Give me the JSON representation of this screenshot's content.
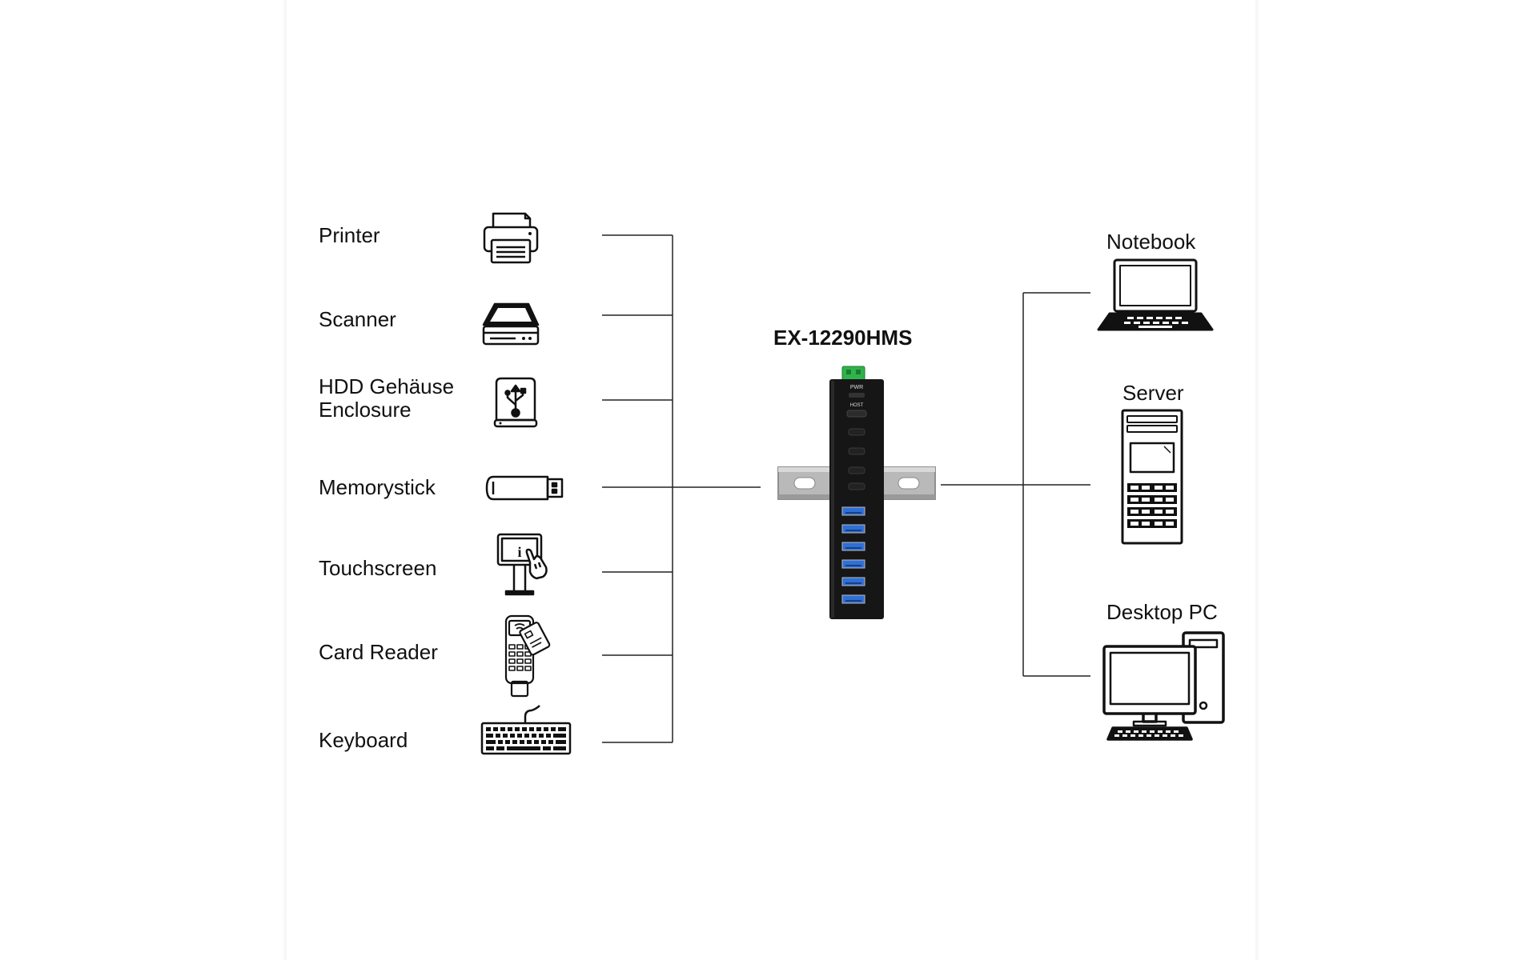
{
  "diagram": {
    "device_title": "EX-12290HMS",
    "hub_labels": {
      "pwr": "PWR",
      "host": "HOST"
    },
    "left_devices": [
      {
        "label": "Printer",
        "icon": "printer-icon"
      },
      {
        "label": "Scanner",
        "icon": "scanner-icon"
      },
      {
        "label_line1": "HDD Gehäuse",
        "label_line2": "Enclosure",
        "icon": "hdd-enclosure-icon"
      },
      {
        "label": "Memorystick",
        "icon": "usb-stick-icon"
      },
      {
        "label": "Touchscreen",
        "icon": "touchscreen-kiosk-icon"
      },
      {
        "label": "Card Reader",
        "icon": "card-reader-icon"
      },
      {
        "label": "Keyboard",
        "icon": "keyboard-icon"
      }
    ],
    "right_devices": [
      {
        "label": "Notebook",
        "icon": "notebook-icon"
      },
      {
        "label": "Server",
        "icon": "server-icon"
      },
      {
        "label": "Desktop PC",
        "icon": "desktop-pc-icon"
      }
    ],
    "colors": {
      "line": "#222222",
      "hub_body": "#161616",
      "usb_port": "#2f6fd6",
      "terminal": "#2fb34a",
      "rail": "#b9b9b9"
    }
  }
}
